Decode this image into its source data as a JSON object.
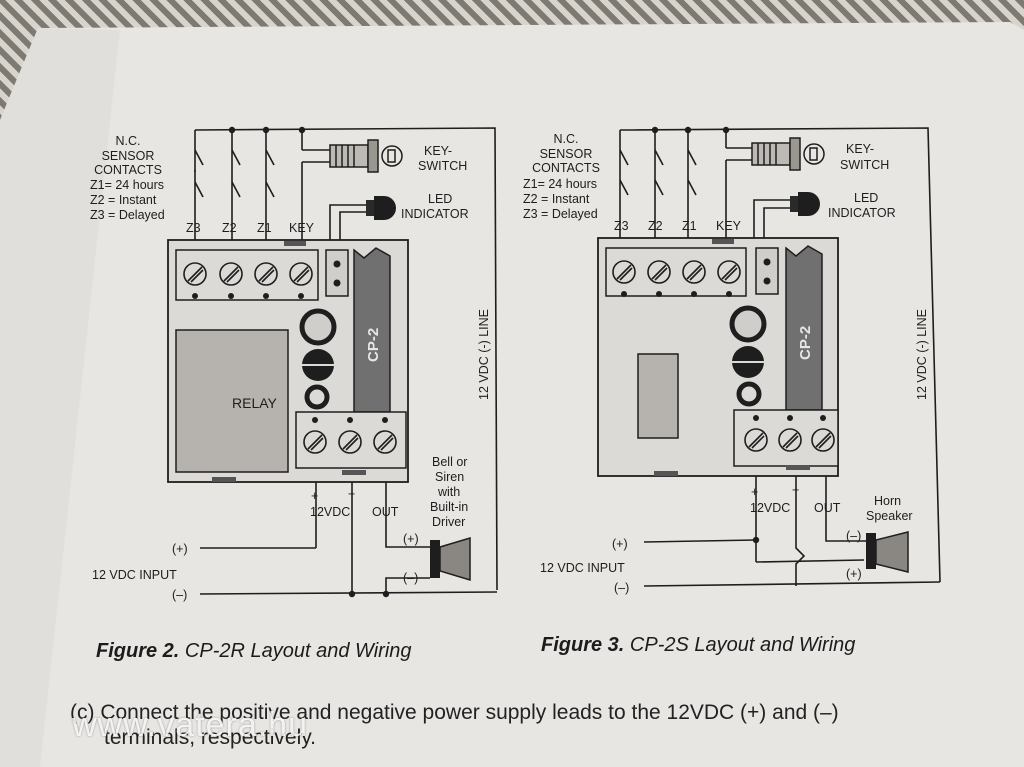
{
  "fig2": {
    "sensor_title": [
      "N.C.",
      "SENSOR",
      "CONTACTS"
    ],
    "zones": [
      "Z1= 24 hours",
      "Z2 = Instant",
      "Z3 = Delayed"
    ],
    "terminals": [
      "Z3",
      "Z2",
      "Z1",
      "KEY"
    ],
    "keyswitch": [
      "KEY-",
      "SWITCH"
    ],
    "led": [
      "LED",
      "INDICATOR"
    ],
    "board": "CP-2",
    "relay": "RELAY",
    "line": "12 VDC (-) LINE",
    "plus": "+",
    "minus": "−",
    "vdc": "12VDC",
    "out": "OUT",
    "bell": [
      "Bell or",
      "Siren",
      "with",
      "Built-in",
      "Driver"
    ],
    "pos": "(+)",
    "neg": "(–)",
    "input": "12 VDC INPUT",
    "caption_num": "Figure 2.",
    "caption_text": "CP-2R Layout and Wiring"
  },
  "fig3": {
    "sensor_title": [
      "N.C.",
      "SENSOR",
      "CONTACTS"
    ],
    "zones": [
      "Z1= 24 hours",
      "Z2 = Instant",
      "Z3 = Delayed"
    ],
    "terminals": [
      "Z3",
      "Z2",
      "Z1",
      "KEY"
    ],
    "keyswitch": [
      "KEY-",
      "SWITCH"
    ],
    "led": [
      "LED",
      "INDICATOR"
    ],
    "board": "CP-2",
    "line": "12 VDC (-) LINE",
    "plus": "+",
    "minus": "−",
    "vdc": "12VDC",
    "out": "OUT",
    "horn": [
      "Horn",
      "Speaker"
    ],
    "pos": "(+)",
    "neg": "(–)",
    "input": "12 VDC INPUT",
    "caption_num": "Figure 3.",
    "caption_text": "CP-2S Layout and Wiring"
  },
  "body": {
    "line1": "(c) Connect the positive and negative power supply leads to the 12VDC (+) and (–)",
    "line2": "terminals, respectively."
  },
  "watermark": "www.vatera.hu",
  "colors": {
    "paper": "#e9e7e4",
    "ink": "#1e1e1e",
    "board": "#d9d7d3",
    "strip": "#6d6d6d"
  }
}
